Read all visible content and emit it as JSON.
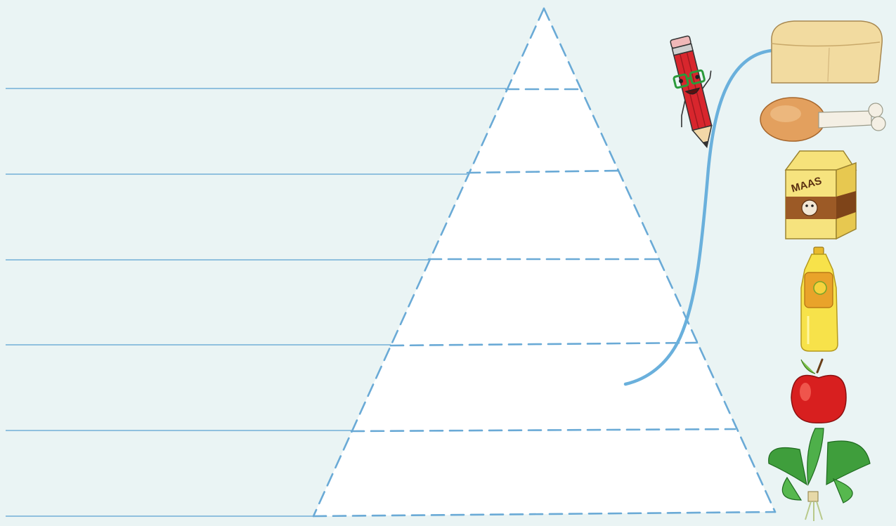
{
  "worksheet": {
    "pyramid_levels": 6,
    "answer_lines": 6,
    "matching_line_drawn": true
  },
  "foods": [
    {
      "id": "bread",
      "icon": "bread-loaf-icon"
    },
    {
      "id": "chicken",
      "icon": "chicken-drumstick-icon"
    },
    {
      "id": "milk",
      "icon": "maas-carton-icon",
      "label": "MAAS"
    },
    {
      "id": "oil",
      "icon": "oil-bottle-icon"
    },
    {
      "id": "apple",
      "icon": "apple-icon"
    },
    {
      "id": "spinach",
      "icon": "spinach-bunch-icon"
    }
  ],
  "mascot": {
    "icon": "pencil-mascot-icon"
  },
  "colors": {
    "background": "#eaf4f4",
    "guide_line": "#6aaad6",
    "dash": "#6aaad6",
    "pyramid_fill": "#ffffff"
  }
}
